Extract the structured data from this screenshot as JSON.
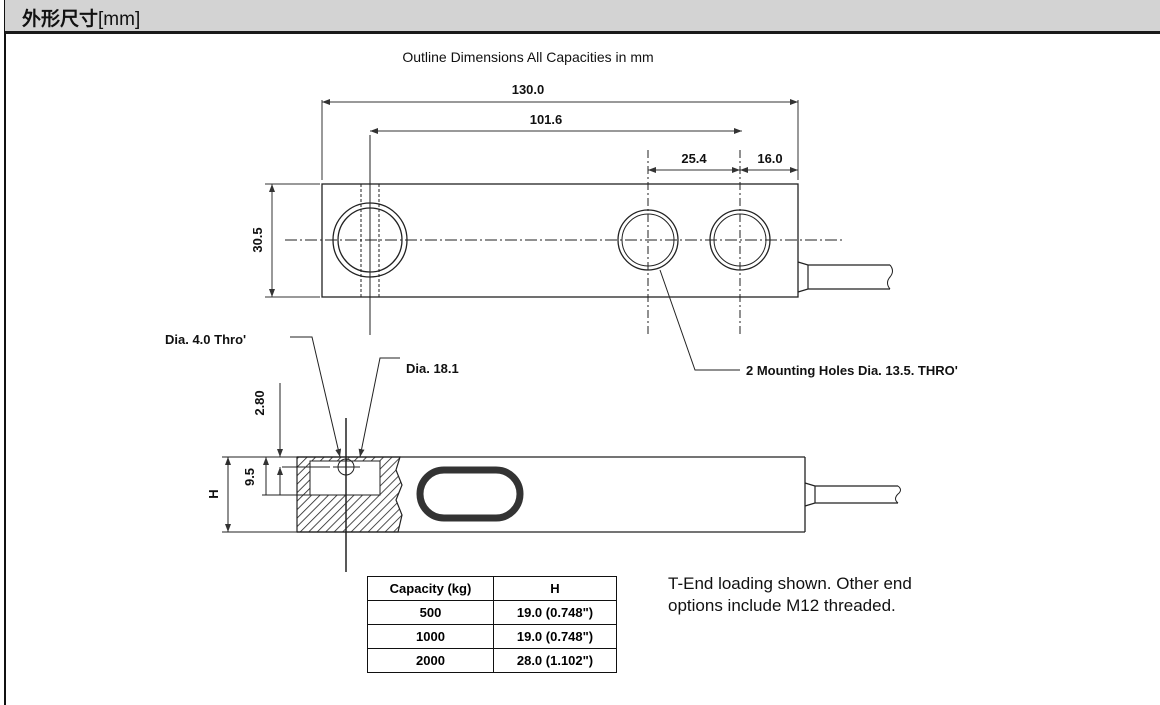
{
  "header": {
    "title_cjk": "外形尺寸",
    "title_unit": "[mm]"
  },
  "drawing": {
    "title": "Outline Dimensions All Capacities in mm",
    "dim_overall_length": "130.0",
    "dim_hole_span": "101.6",
    "dim_mount_spacing": "25.4",
    "dim_end_offset": "16.0",
    "dim_width": "30.5",
    "label_small_hole": "Dia. 4.0 Thro'",
    "label_large_hole": "Dia. 18.1",
    "label_mount_holes": "2 Mounting Holes Dia. 13.5. THRO'",
    "dim_depth_280": "2.80",
    "dim_depth_95": "9.5",
    "dim_height": "H"
  },
  "table": {
    "headers": [
      "Capacity (kg)",
      "H"
    ],
    "rows": [
      [
        "500",
        "19.0 (0.748\")"
      ],
      [
        "1000",
        "19.0 (0.748\")"
      ],
      [
        "2000",
        "28.0 (1.102\")"
      ]
    ]
  },
  "note": {
    "line1": "T-End loading shown. Other end",
    "line2": "options include M12 threaded."
  }
}
